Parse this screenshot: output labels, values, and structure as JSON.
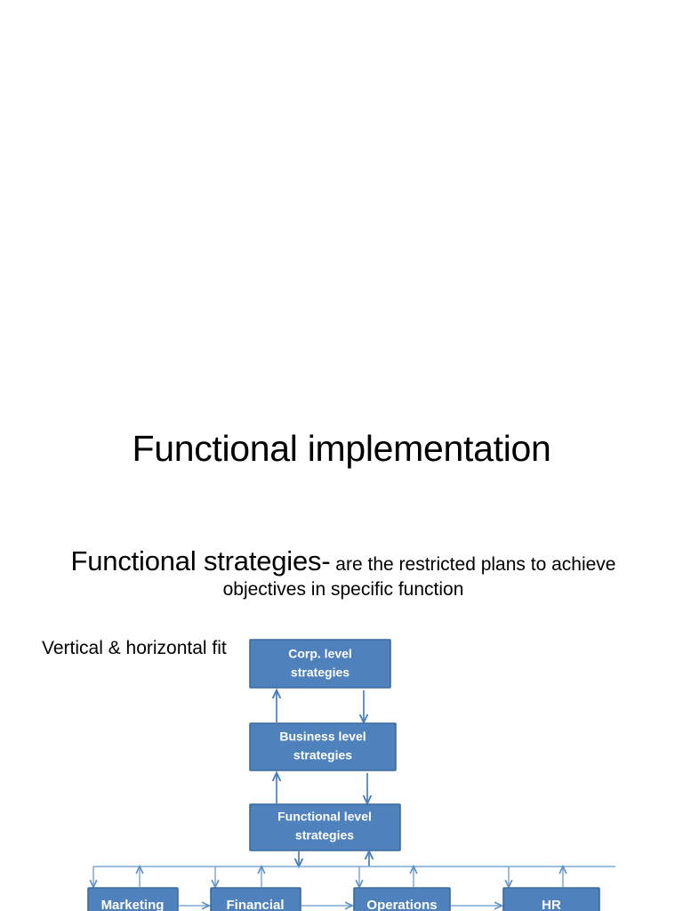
{
  "slide": {
    "title": "Functional implementation",
    "lead_strong": "Functional strategies-",
    "lead_rest": " are the restricted plans to achieve objectives in specific function",
    "side_note": "Vertical & horizontal fit"
  },
  "colors": {
    "box_fill": "#4F81BD",
    "box_border": "#3A6A9E",
    "connector": "#4A7EBB",
    "connector_light": "#7FA8D4",
    "box_text": "#FFFFFF",
    "page_text": "#000000",
    "background": "#FFFFFF"
  },
  "diagram": {
    "type": "flowchart",
    "levels": [
      {
        "id": "corp",
        "line1": "Corp. level",
        "line2": "strategies"
      },
      {
        "id": "business",
        "line1": "Business level",
        "line2": "strategies"
      },
      {
        "id": "functional",
        "line1": "Functional level",
        "line2": "strategies"
      }
    ],
    "functions": [
      {
        "id": "marketing",
        "label": "Marketing"
      },
      {
        "id": "financial",
        "label": "Financial"
      },
      {
        "id": "operations",
        "label": "Operations"
      },
      {
        "id": "hr",
        "label": "HR"
      }
    ]
  }
}
